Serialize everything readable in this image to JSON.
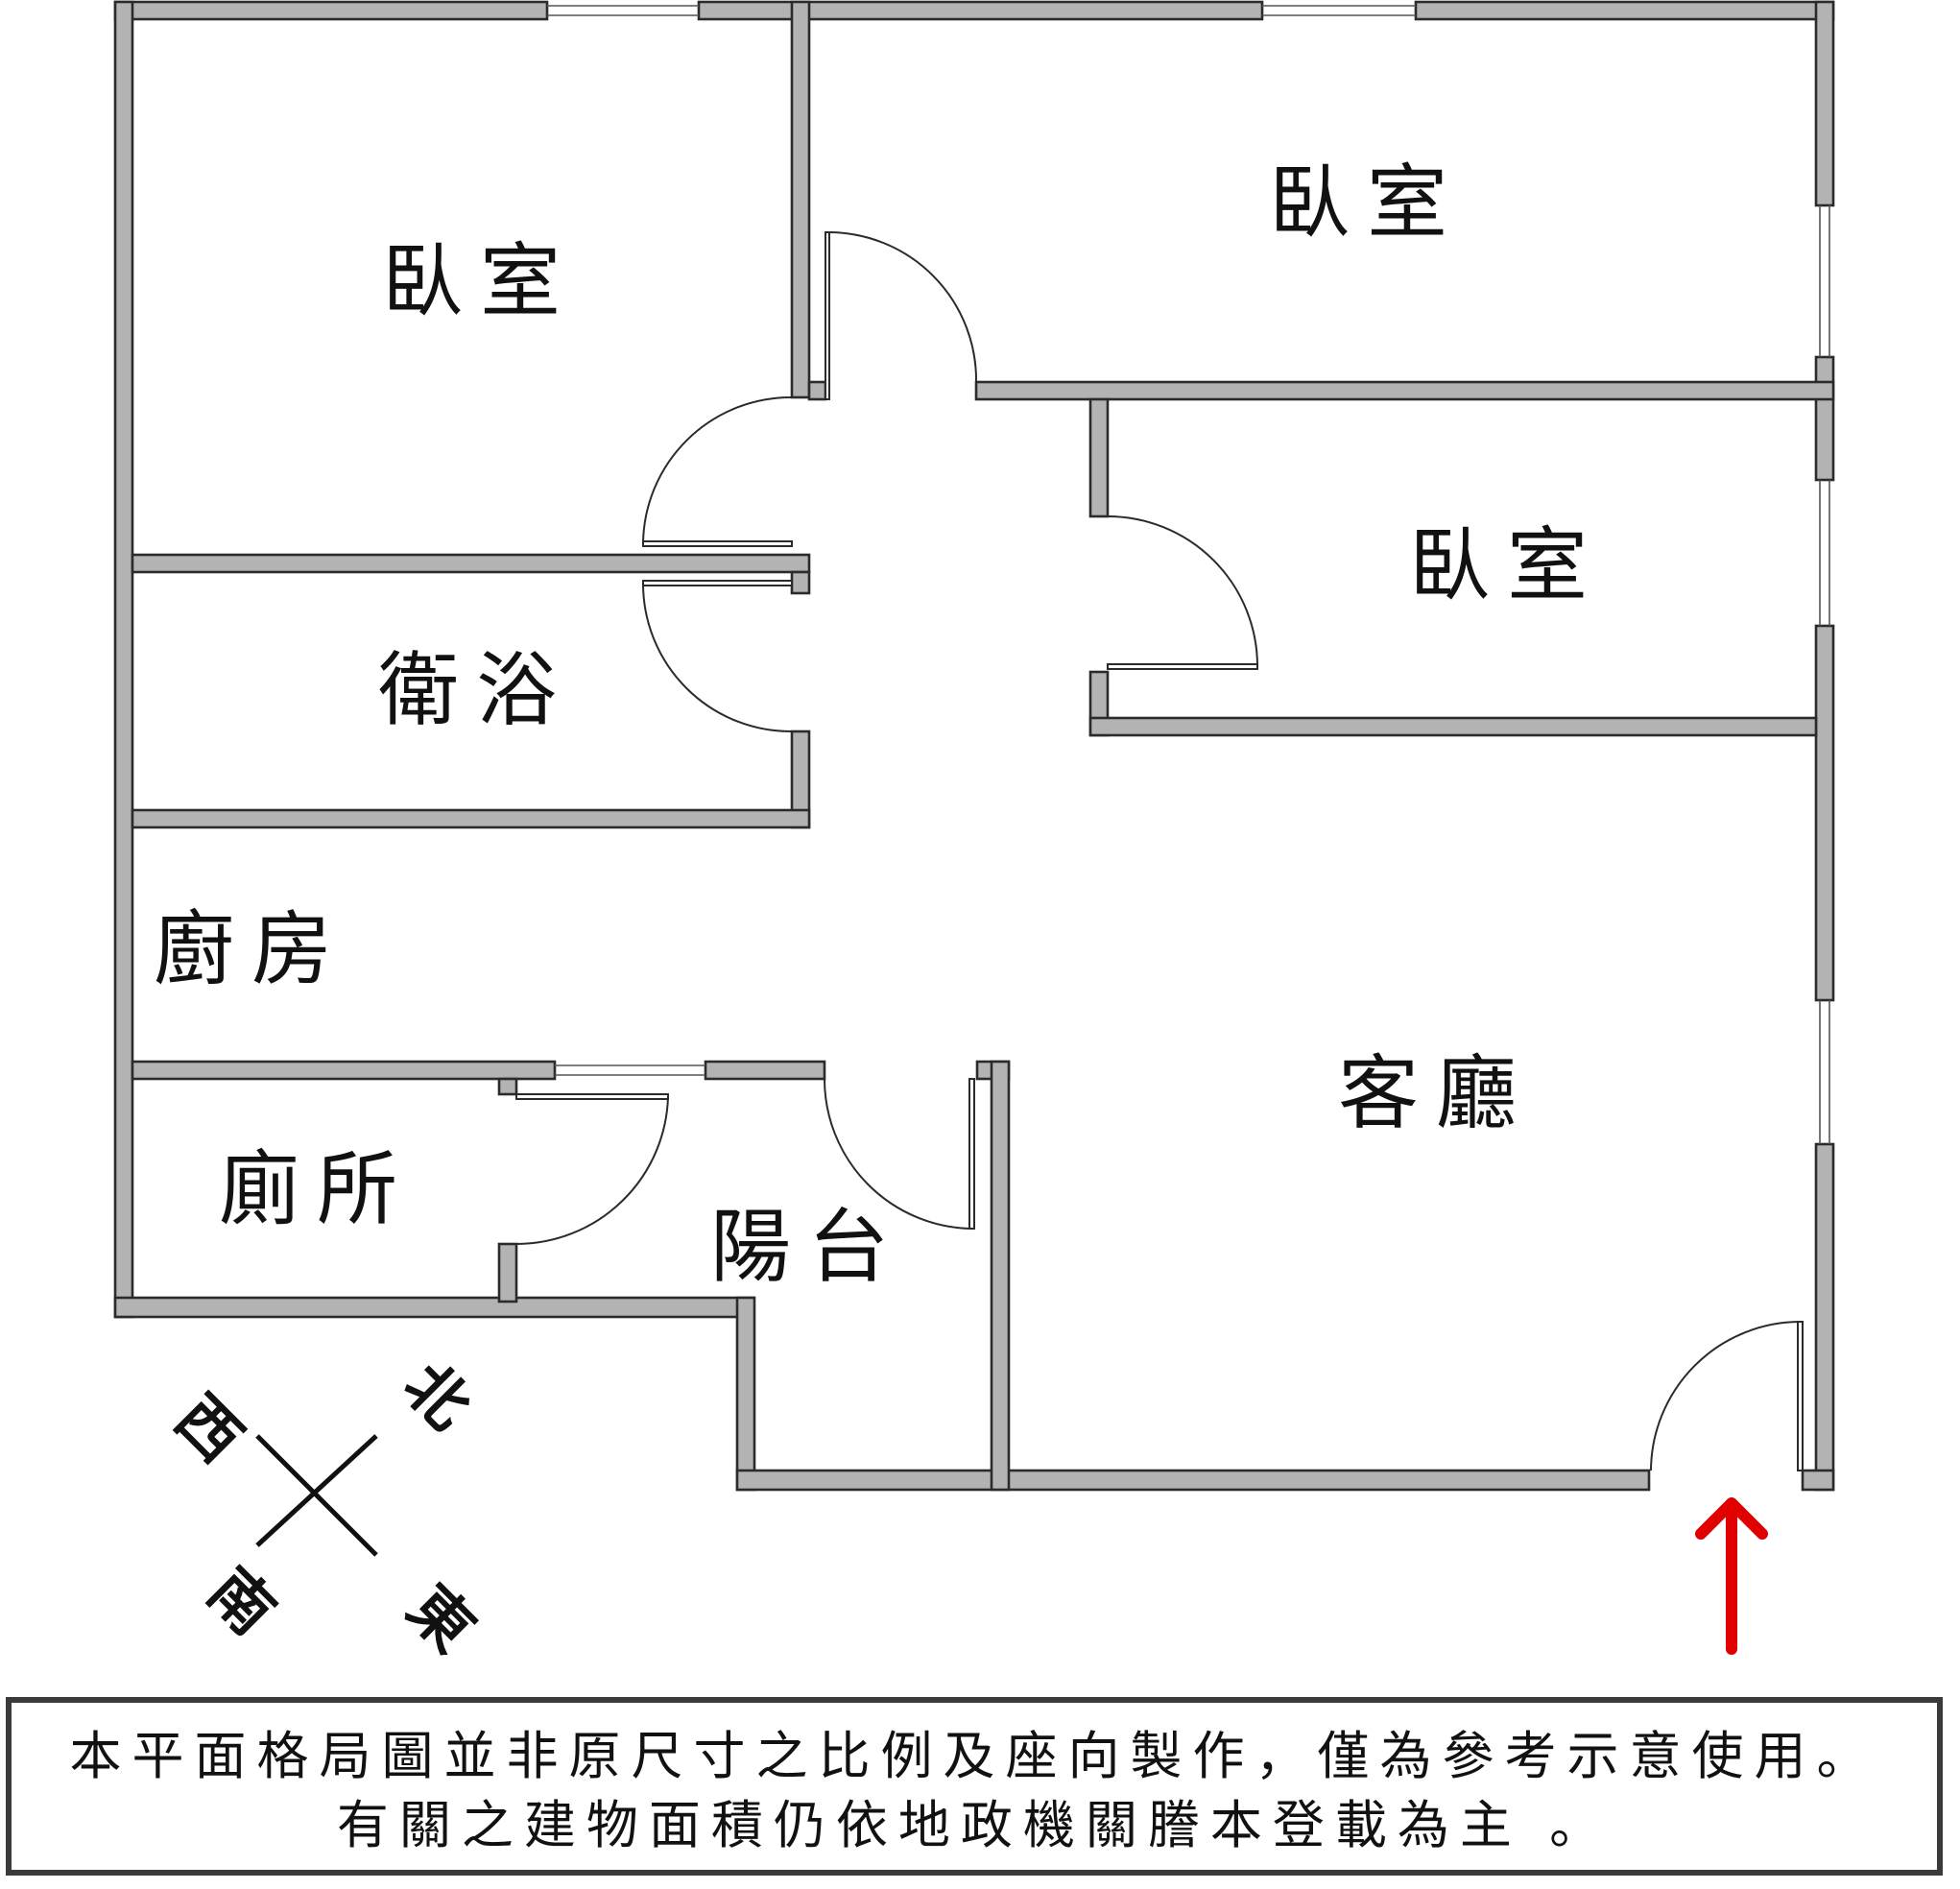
{
  "rooms": {
    "bedroom_northwest": "臥室",
    "bedroom_northeast": "臥室",
    "bedroom_east": "臥室",
    "bathroom": "衛浴",
    "kitchen": "廚房",
    "toilet": "廁所",
    "balcony": "陽台",
    "living_room": "客廳"
  },
  "compass": {
    "north": "北",
    "south": "南",
    "east": "東",
    "west": "西"
  },
  "entrance_marker": {
    "icon": "red-up-arrow-icon",
    "color": "#e00000"
  },
  "disclaimer": {
    "line1": "本平面格局圖並非原尺寸之比例及座向製作，僅為參考示意使用。",
    "line2": "有關之建物面積仍依地政機關謄本登載為主 。"
  }
}
